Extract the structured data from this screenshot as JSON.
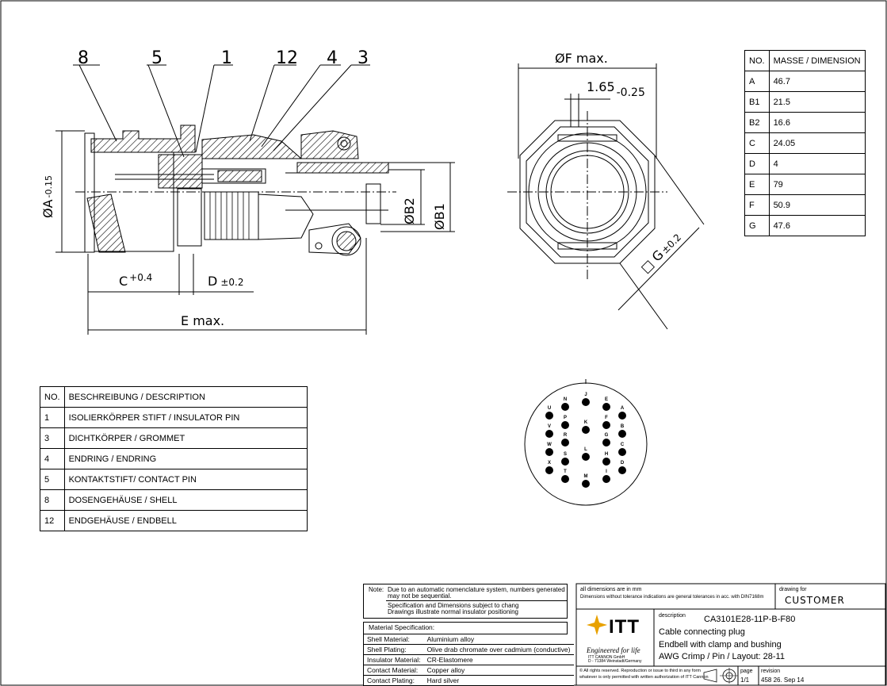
{
  "drawing": {
    "balloons": [
      "8",
      "5",
      "1",
      "12",
      "4",
      "3"
    ],
    "dims": {
      "a": "ØA",
      "a_tol": "-0.15",
      "b2": "ØB2",
      "b1": "ØB1",
      "c": "C",
      "c_tol": "+0.4",
      "d": "D",
      "d_tol": "±0.2",
      "e": "E  max.",
      "f": "ØF  max.",
      "w": "1.65",
      "w_tol": "-0.25",
      "g": "□ G",
      "g_tol": "±0.2"
    },
    "pins": [
      "N",
      "J",
      "E",
      "U",
      "P",
      "K",
      "F",
      "A",
      "V",
      "R",
      "G",
      "B",
      "W",
      "L",
      "C",
      "S",
      "H",
      "X",
      "D",
      "T",
      "M",
      "I"
    ]
  },
  "dimension_table": {
    "headers": [
      "NO.",
      "MASSE / DIMENSION"
    ],
    "rows": [
      [
        "A",
        "46.7"
      ],
      [
        "B1",
        "21.5"
      ],
      [
        "B2",
        "16.6"
      ],
      [
        "C",
        "24.05"
      ],
      [
        "D",
        "4"
      ],
      [
        "E",
        "79"
      ],
      [
        "F",
        "50.9"
      ],
      [
        "G",
        "47.6"
      ]
    ]
  },
  "parts_table": {
    "headers": [
      "NO.",
      "BESCHREIBUNG / DESCRIPTION"
    ],
    "rows": [
      [
        "1",
        "ISOLIERKÖRPER STIFT / INSULATOR PIN"
      ],
      [
        "3",
        "DICHTKÖRPER / GROMMET"
      ],
      [
        "4",
        "ENDRING / ENDRING"
      ],
      [
        "5",
        "KONTAKTSTIFT/ CONTACT PIN"
      ],
      [
        "8",
        "DOSENGEHÄUSE / SHELL"
      ],
      [
        "12",
        "ENDGEHÄUSE / ENDBELL"
      ]
    ]
  },
  "notes": {
    "label": "Note:",
    "line1": "Due to an automatic nomenclature system, numbers generated",
    "line2": "may not be sequential.",
    "line3": "Specification and Dimensions subject to chang",
    "line4": "Drawings illustrate normal insulator positioning"
  },
  "material": {
    "title": "Material Specification:",
    "rows": [
      [
        "Shell Material:",
        "Aluminium alloy"
      ],
      [
        "Shell Plating:",
        "Olive drab chromate over cadmium (conductive)"
      ],
      [
        "Insulator Material:",
        "CR-Elastomere"
      ],
      [
        "Contact Material:",
        "Copper alloy"
      ],
      [
        "Contact Plating:",
        "Hard silver"
      ]
    ]
  },
  "title_block": {
    "dims_in": "all dimensions are in mm",
    "tolerance": "Dimensions without tolerance indications are general tolerances in acc. with DIN7168m",
    "drawing_for_label": "drawing for",
    "drawing_for": "CUSTOMER",
    "logo": "ITT",
    "slogan": "Engineered for life",
    "company1": "ITT CANNON GmbH",
    "company2": "D - 71384 Weinstadt/Germany",
    "description_label": "description",
    "part_number": "CA3101E28-11P-B-F80",
    "desc1": "Cable connecting plug",
    "desc2": "Endbell with clamp and bushing",
    "desc3": "AWG Crimp / Pin / Layout: 28-11",
    "copyright1": "© All rights reserved. Reproduction or issue to third in any form",
    "copyright2": "whatever is only permitted with written authorization of ITT Cannon",
    "page_label": "page",
    "page": "1/1",
    "revision_label": "revision",
    "revision": "458 26. Sep 14"
  }
}
